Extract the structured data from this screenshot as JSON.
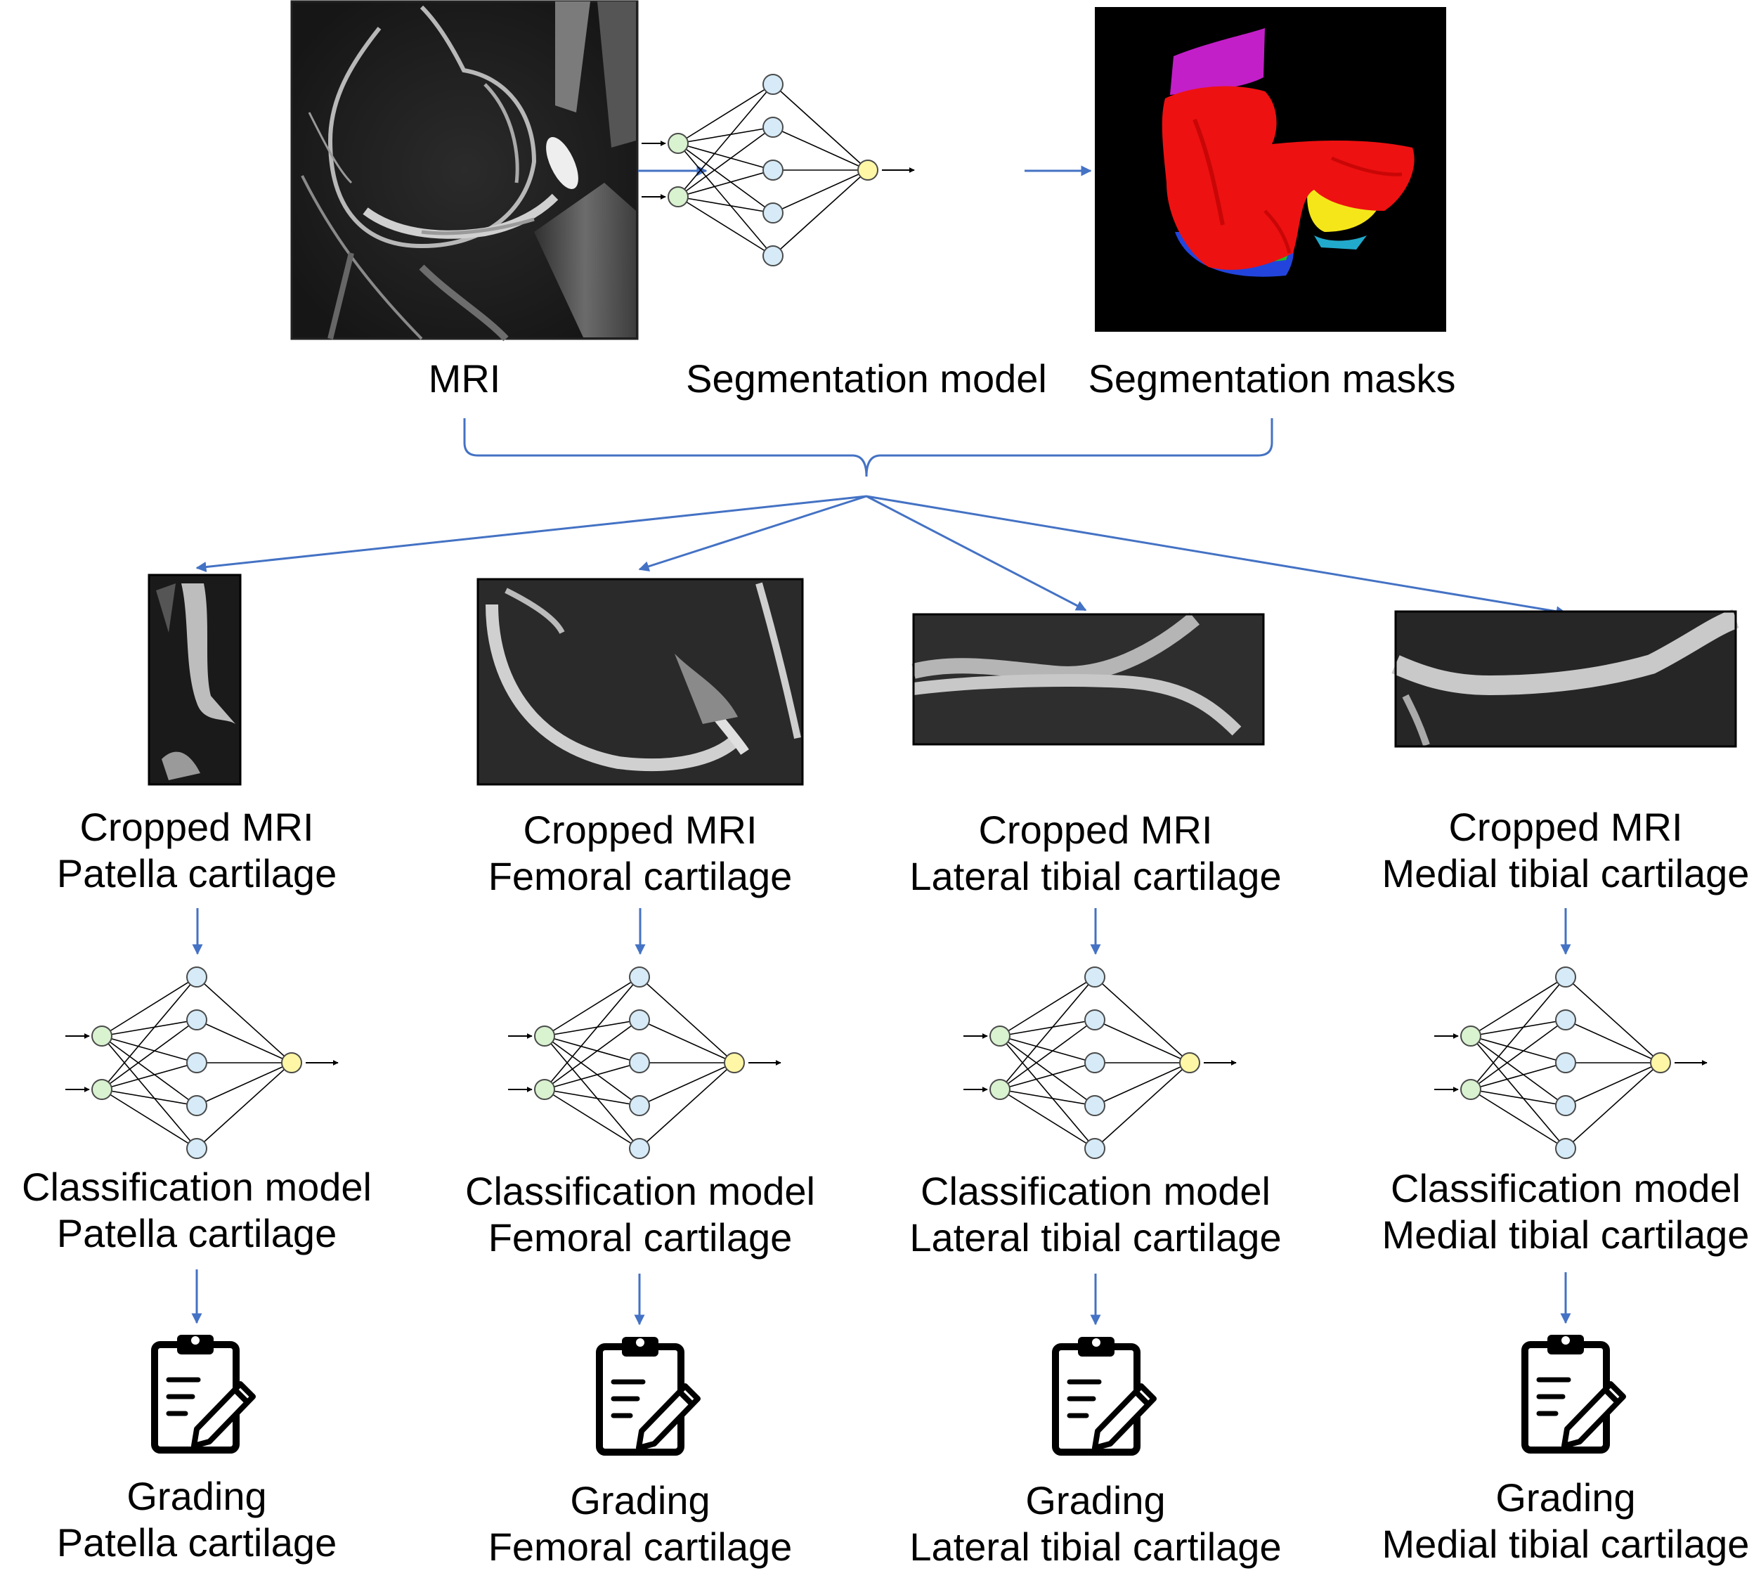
{
  "top": {
    "mri_label": "MRI",
    "seg_model_label": "Segmentation model",
    "seg_masks_label": "Segmentation masks"
  },
  "columns": [
    {
      "crop_line1": "Cropped MRI",
      "crop_line2": "Patella cartilage",
      "model_line1": "Classification model",
      "model_line2": "Patella cartilage",
      "grade_line1": "Grading",
      "grade_line2": "Patella cartilage"
    },
    {
      "crop_line1": "Cropped MRI",
      "crop_line2": "Femoral cartilage",
      "model_line1": "Classification model",
      "model_line2": "Femoral cartilage",
      "grade_line1": "Grading",
      "grade_line2": "Femoral cartilage"
    },
    {
      "crop_line1": "Cropped MRI",
      "crop_line2": "Lateral tibial cartilage",
      "model_line1": "Classification model",
      "model_line2": "Lateral tibial cartilage",
      "grade_line1": "Grading",
      "grade_line2": "Lateral tibial cartilage"
    },
    {
      "crop_line1": "Cropped MRI",
      "crop_line2": "Medial tibial cartilage",
      "model_line1": "Classification model",
      "model_line2": "Medial tibial cartilage",
      "grade_line1": "Grading",
      "grade_line2": "Medial tibial cartilage"
    }
  ],
  "colors": {
    "arrow": "#4472c4",
    "input_node": "#d9f2d0",
    "hidden_node": "#d6ebf7",
    "output_node": "#fff7a6",
    "mask_femur": "#ee1111",
    "mask_patella": "#c21fc8",
    "mask_lateral_tibia": "#22bb22",
    "mask_medial_tibia": "#f5e61a",
    "mask_meniscus": "#2244dd"
  },
  "icons": {
    "network": "neural-network-icon",
    "grading": "clipboard-pencil-icon"
  }
}
